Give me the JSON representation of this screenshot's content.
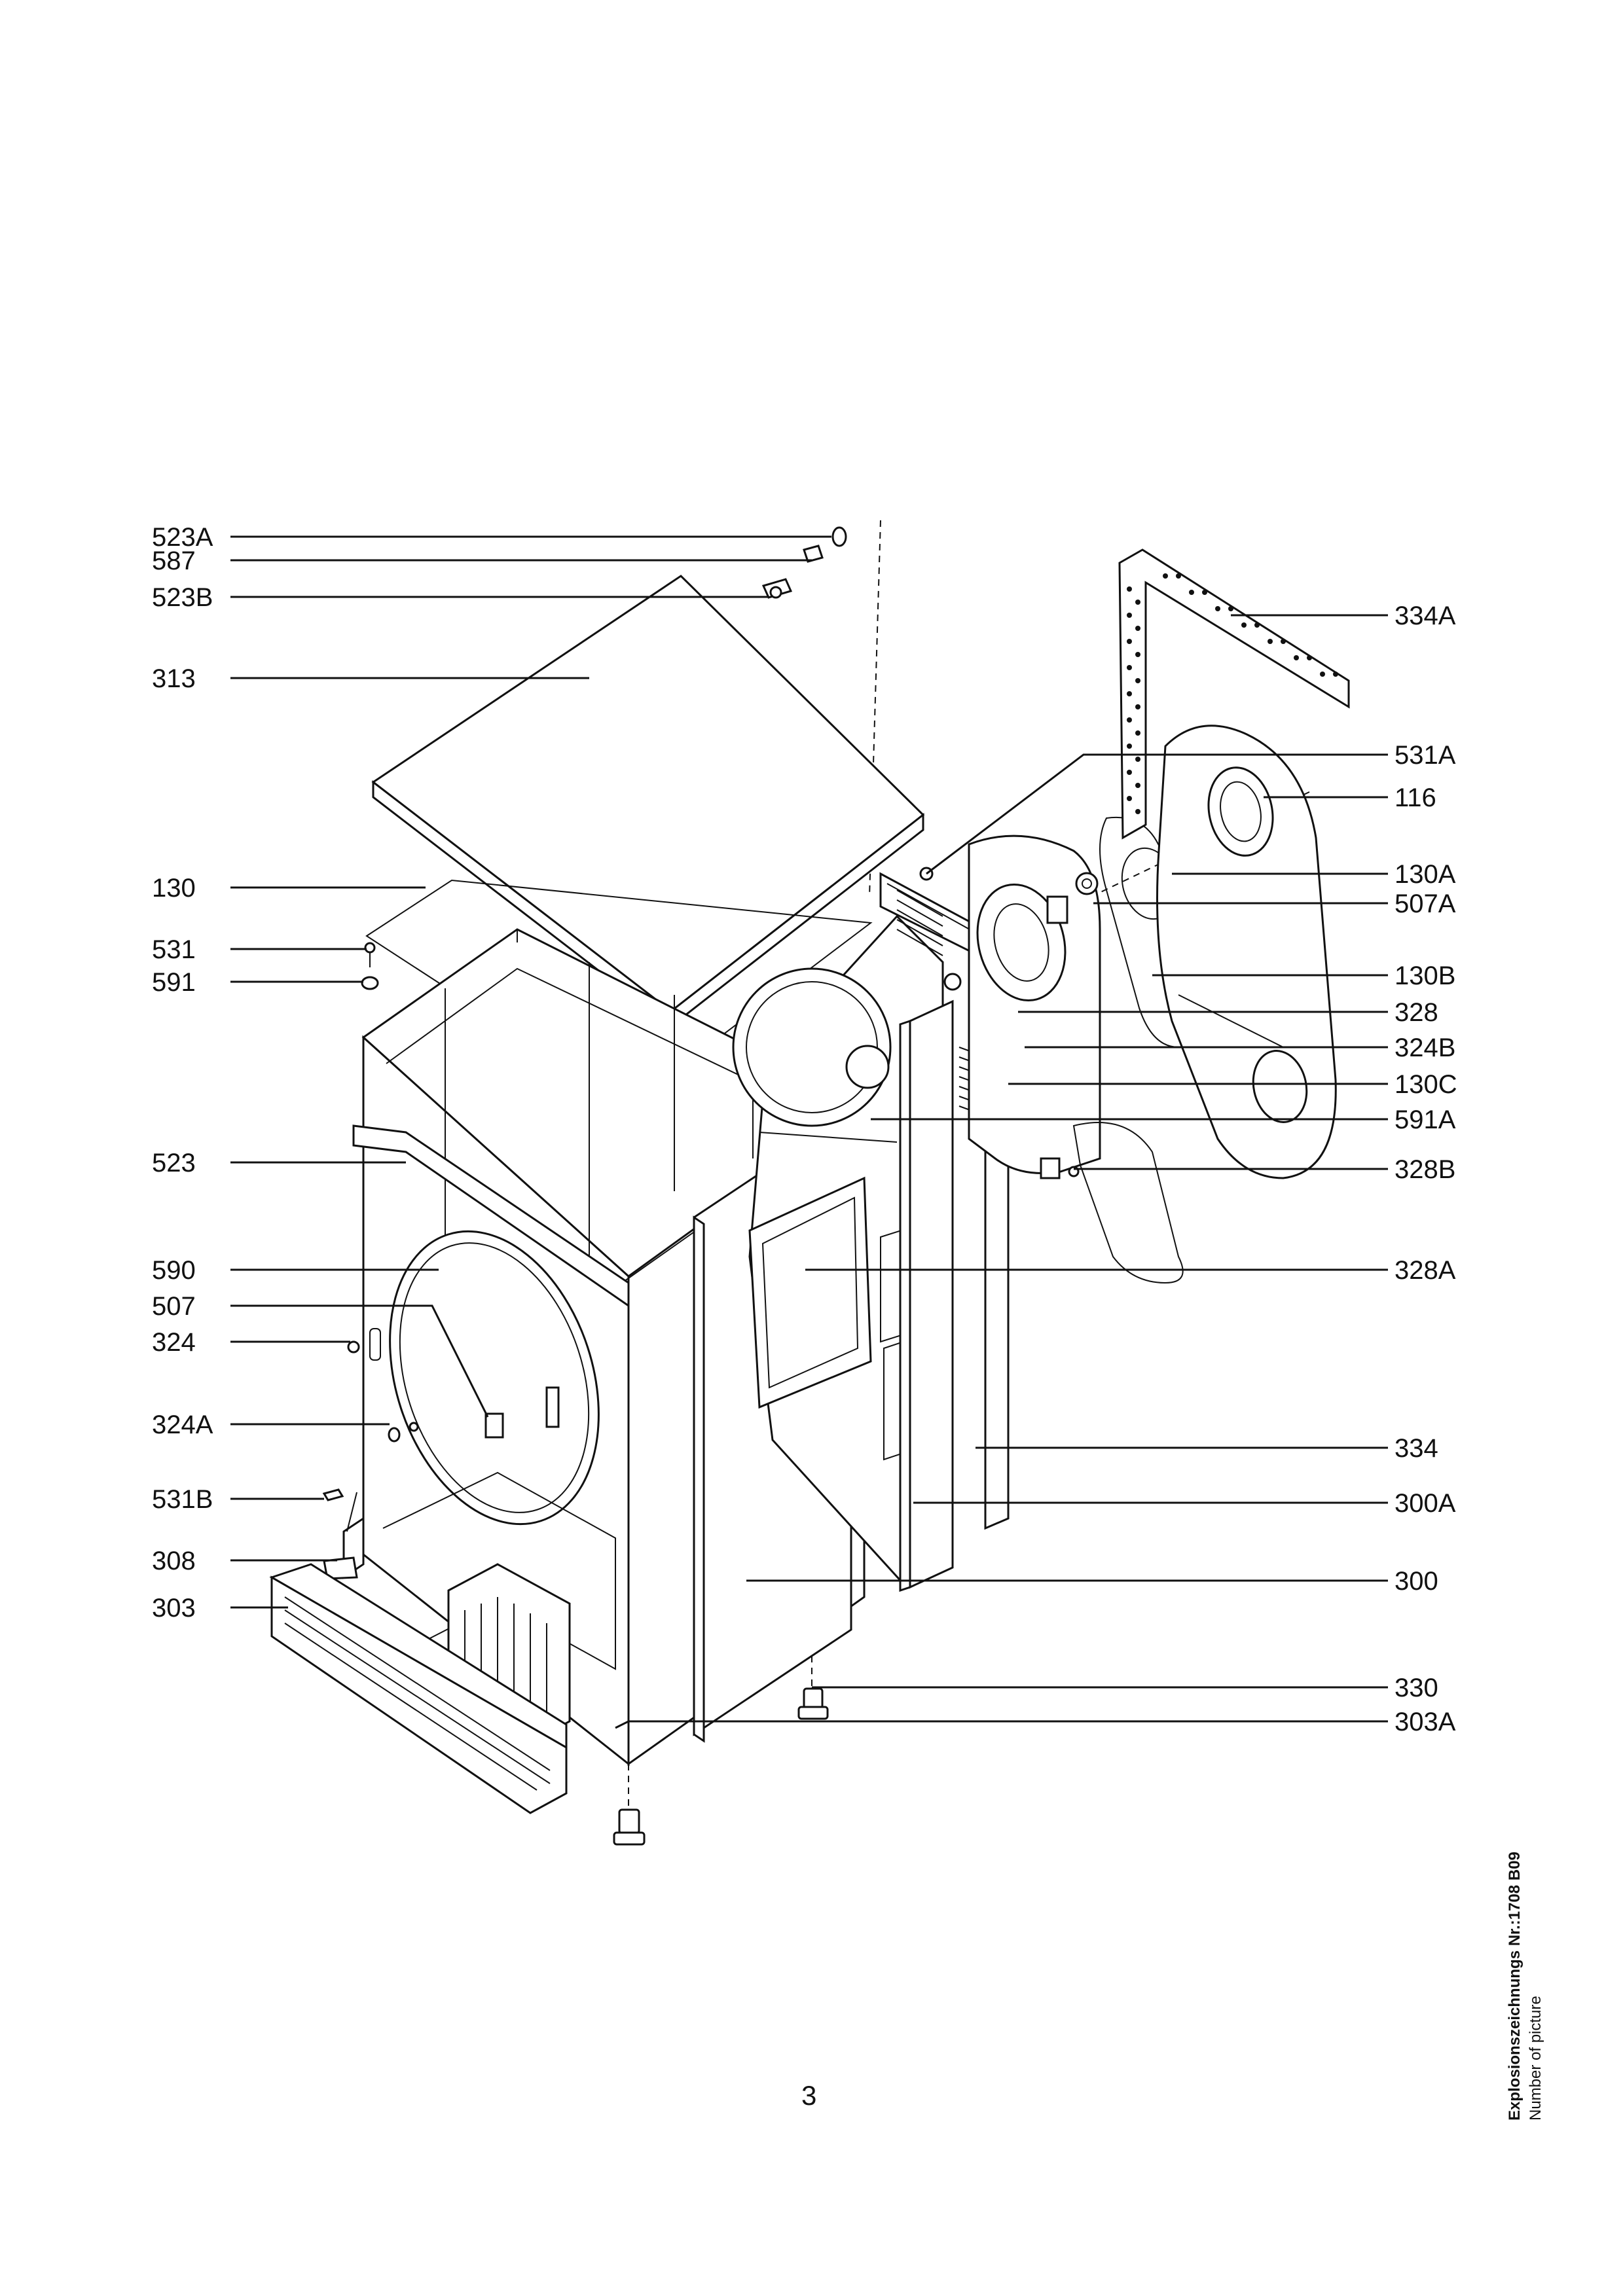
{
  "labels_left": [
    "523A",
    "587",
    "523B",
    "313",
    "130",
    "531",
    "591",
    "523",
    "590",
    "507",
    "324",
    "324A",
    "531B",
    "308",
    "303"
  ],
  "labels_right": [
    "334A",
    "531A",
    "116",
    "130A",
    "507A",
    "130B",
    "328",
    "324B",
    "130C",
    "591A",
    "328B",
    "328A",
    "334",
    "300A",
    "300",
    "330",
    "303A"
  ],
  "page_number": "3",
  "caption": {
    "line1": "Explosionszeichnungs Nr.:1708 B09",
    "line2": "Number of picture"
  }
}
